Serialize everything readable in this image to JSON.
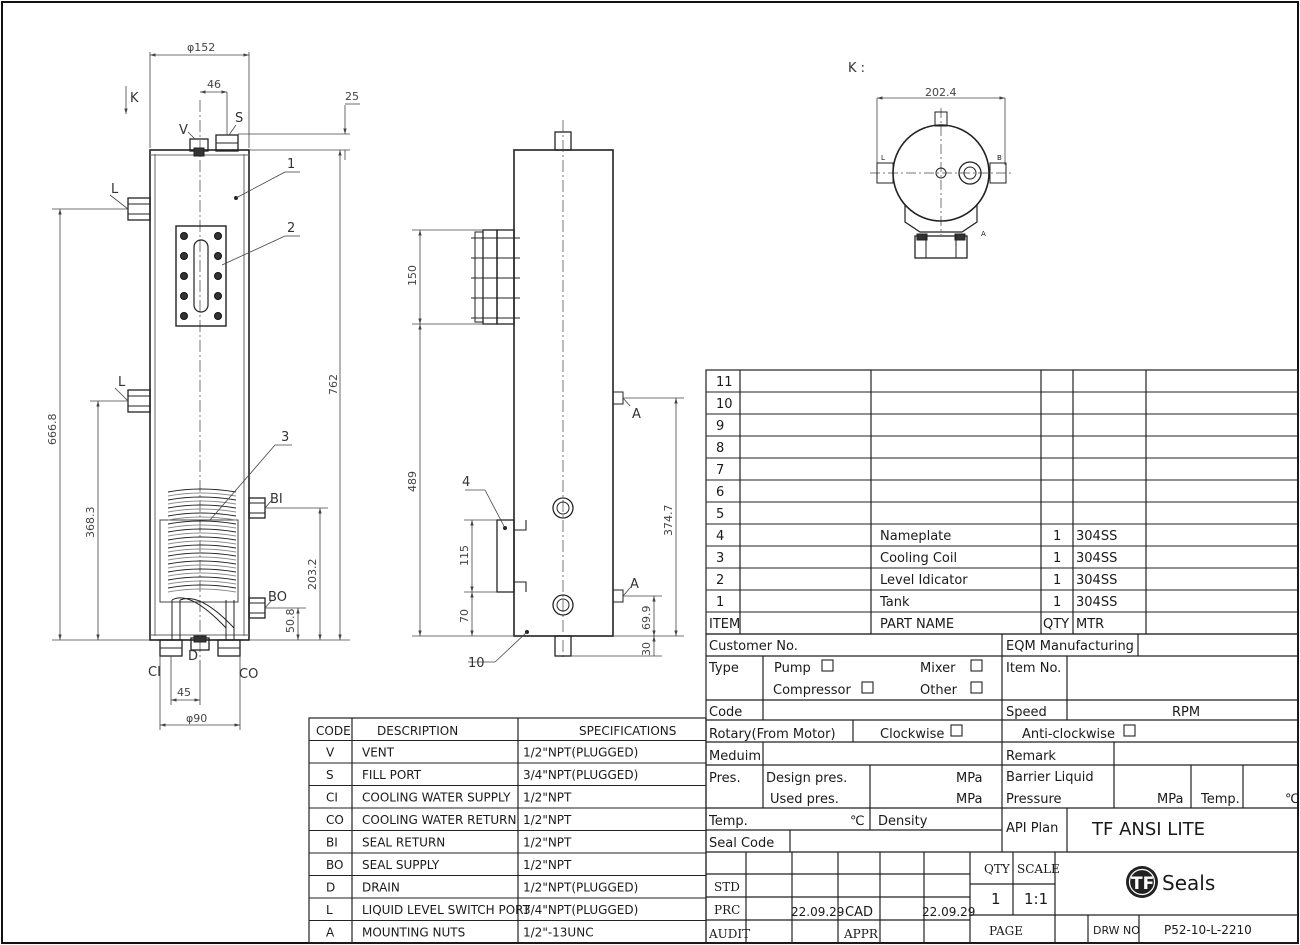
{
  "views": {
    "front": {
      "dims": {
        "dia_top": "φ152",
        "offset_46": "46",
        "top_25": "25",
        "h_666": "666.8",
        "h_762": "762",
        "h_368": "368.3",
        "h_203": "203.2",
        "h_50": "50.8",
        "w_45": "45",
        "dia_bottom": "φ90"
      },
      "labels": {
        "k": "K",
        "v": "V",
        "s": "S",
        "l1": "L",
        "l2": "L",
        "bi": "BI",
        "bo": "BO",
        "ci": "CI",
        "d": "D",
        "co": "CO",
        "b1": "1",
        "b2": "2",
        "b3": "3"
      }
    },
    "side": {
      "dims": {
        "h_150": "150",
        "h_489": "489",
        "h_115": "115",
        "h_70": "70",
        "h_374": "374.7",
        "h_69": "69.9",
        "h_30": "30"
      },
      "labels": {
        "a1": "A",
        "a2": "A",
        "b4": "4",
        "b10": "10"
      }
    },
    "top": {
      "title": "K :",
      "dim": "202.4",
      "labels": {
        "l": "L",
        "b": "B",
        "a": "A"
      }
    }
  },
  "bom": {
    "rows": [
      {
        "item": "11",
        "name": "",
        "qty": "",
        "mtr": ""
      },
      {
        "item": "10",
        "name": "",
        "qty": "",
        "mtr": ""
      },
      {
        "item": "9",
        "name": "",
        "qty": "",
        "mtr": ""
      },
      {
        "item": "8",
        "name": "",
        "qty": "",
        "mtr": ""
      },
      {
        "item": "7",
        "name": "",
        "qty": "",
        "mtr": ""
      },
      {
        "item": "6",
        "name": "",
        "qty": "",
        "mtr": ""
      },
      {
        "item": "5",
        "name": "",
        "qty": "",
        "mtr": ""
      },
      {
        "item": "4",
        "name": "Nameplate",
        "qty": "1",
        "mtr": "304SS"
      },
      {
        "item": "3",
        "name": "Cooling Coil",
        "qty": "1",
        "mtr": "304SS"
      },
      {
        "item": "2",
        "name": "Level Idicator",
        "qty": "1",
        "mtr": "304SS"
      },
      {
        "item": "1",
        "name": "Tank",
        "qty": "1",
        "mtr": "304SS"
      }
    ],
    "header": {
      "item": "ITEM",
      "name": "PART NAME",
      "qty": "QTY",
      "mtr": "MTR"
    }
  },
  "info": {
    "customer_no": "Customer No.",
    "eqm": "EQM Manufacturing",
    "type": "Type",
    "pump": "Pump",
    "mixer": "Mixer",
    "compressor": "Compressor",
    "other": "Other",
    "item_no": "Item No.",
    "code": "Code",
    "speed": "Speed",
    "rpm": "RPM",
    "rotary": "Rotary(From Motor)",
    "clockwise": "Clockwise",
    "anticlockwise": "Anti-clockwise",
    "medium": "Meduim",
    "remark": "Remark",
    "pres": "Pres.",
    "design_pres": "Design pres.",
    "used_pres": "Used pres.",
    "mpa1": "MPa",
    "mpa2": "MPa",
    "barrier": "Barrier Liquid",
    "pressure": "Pressure",
    "mpa3": "MPa",
    "temp_r": "Temp.",
    "degc_r": "℃",
    "temp": "Temp.",
    "degc": "℃",
    "density": "Density",
    "api_plan": "API Plan",
    "api_value": "TF ANSI LITE",
    "seal_code": "Seal Code"
  },
  "title_block": {
    "std": "STD",
    "prc": "PRC",
    "audit": "AUDIT",
    "prc_date": "22.09.29",
    "cad": "CAD",
    "cad_date": "22.09.29",
    "appr": "APPR",
    "qty_label": "QTY",
    "qty": "1",
    "scale_label": "SCALE",
    "scale": "1:1",
    "page": "PAGE",
    "drw_no_label": "DRW NO",
    "drw_no": "P52-10-L-2210",
    "logo_mark": "TF",
    "logo_text": "Seals"
  },
  "code_table": {
    "header": {
      "code": "CODE",
      "desc": "DESCRIPTION",
      "spec": "SPECIFICATIONS"
    },
    "rows": [
      {
        "code": "V",
        "desc": "VENT",
        "spec": "1/2\"NPT(PLUGGED)"
      },
      {
        "code": "S",
        "desc": "FILL PORT",
        "spec": "3/4\"NPT(PLUGGED)"
      },
      {
        "code": "CI",
        "desc": "COOLING WATER SUPPLY",
        "spec": "1/2\"NPT"
      },
      {
        "code": "CO",
        "desc": "COOLING WATER RETURN",
        "spec": "1/2\"NPT"
      },
      {
        "code": "BI",
        "desc": "SEAL RETURN",
        "spec": "1/2\"NPT"
      },
      {
        "code": "BO",
        "desc": "SEAL SUPPLY",
        "spec": "1/2\"NPT"
      },
      {
        "code": "D",
        "desc": "DRAIN",
        "spec": "1/2\"NPT(PLUGGED)"
      },
      {
        "code": "L",
        "desc": "LIQUID LEVEL SWITCH PORT",
        "spec": "3/4\"NPT(PLUGGED)"
      },
      {
        "code": "A",
        "desc": "MOUNTING NUTS",
        "spec": "1/2\"-13UNC"
      }
    ]
  }
}
